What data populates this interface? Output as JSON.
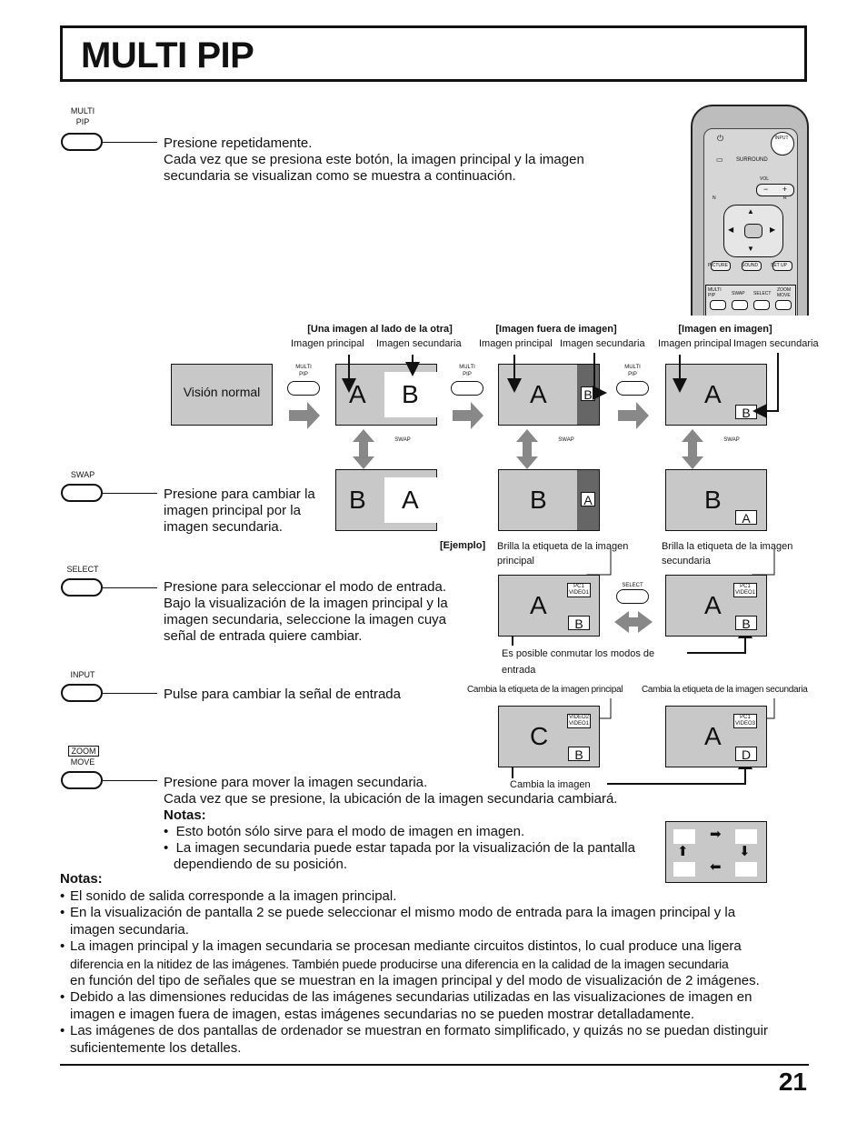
{
  "page": {
    "title": "MULTI PIP",
    "page_number": "21"
  },
  "buttons": {
    "multi_pip": [
      "MULTI",
      "PIP"
    ],
    "swap": "SWAP",
    "select": "SELECT",
    "input": "INPUT",
    "zoom": "ZOOM",
    "move": "MOVE"
  },
  "instructions": {
    "multi_pip": [
      "Presione repetidamente.",
      "Cada vez que se presiona este botón, la imagen principal y la imagen",
      "secundaria se visualizan como se muestra a continuación."
    ],
    "swap": [
      "Presione para cambiar la",
      "imagen principal por la",
      "imagen secundaria."
    ],
    "select": [
      "Presione para seleccionar el modo de entrada.",
      "Bajo la visualización de la imagen principal y la",
      "imagen secundaria, seleccione la imagen cuya",
      "señal de entrada quiere cambiar."
    ],
    "input": "Pulse para cambiar la señal de entrada",
    "zoom": [
      "Presione para mover la imagen secundaria.",
      "Cada vez que se presione, la ubicación de la imagen secundaria cambiará."
    ],
    "zoom_notes_title": "Notas:",
    "zoom_notes": [
      "Esto botón sólo sirve para el modo de imagen en imagen.",
      "La imagen secundaria puede estar tapada por la visualización de la pantalla",
      "dependiendo de su posición."
    ]
  },
  "remote": {
    "input": "INPUT",
    "surround": "SURROUND",
    "vol": "VOL",
    "minus": "−",
    "plus": "+",
    "n": "N",
    "r": "R",
    "picture": "PICTURE",
    "sound": "SOUND",
    "setup": "SET UP",
    "multi_pip": "MULTI PIP",
    "swap": "SWAP",
    "select": "SELECT",
    "zoom_move": "ZOOM MOVE"
  },
  "diagram": {
    "normal_view": "Visión normal",
    "mode1_header": "[Una imagen al lado de la otra]",
    "mode2_header": "[Imagen fuera de imagen]",
    "mode3_header": "[Imagen en imagen]",
    "main_image": "Imagen principal",
    "sub_image": "Imagen secundaria",
    "btn_multi": [
      "MULTI",
      "PIP"
    ],
    "btn_swap": "SWAP",
    "btn_select": "SELECT",
    "letters": {
      "a": "A",
      "b": "B",
      "c": "C",
      "d": "D"
    },
    "example": "[Ejemplo]",
    "label_main_glow": [
      "Brilla la etiqueta de la imagen",
      "principal"
    ],
    "label_sub_glow": [
      "Brilla la etiqueta de la imagen",
      "secundaria"
    ],
    "input_labels_1": [
      "PC1",
      "VIDEO1"
    ],
    "input_labels_2": [
      "VIDEO2",
      "VIDEO1"
    ],
    "input_labels_3": [
      "PC1",
      "VIDEO3"
    ],
    "toggle_note": [
      "Es posible conmutar los modos de",
      "entrada"
    ],
    "change_main": "Cambia la etiqueta de la imagen principal",
    "change_sub": "Cambia la etiqueta de la imagen secundaria",
    "change_image": "Cambia la imagen"
  },
  "notes": {
    "title": "Notas:",
    "items": [
      [
        "El sonido de salida corresponde a la imagen principal."
      ],
      [
        "En la visualización de pantalla 2 se puede seleccionar el mismo modo de entrada para la imagen principal y la",
        "imagen secundaria."
      ],
      [
        "La imagen principal y la imagen secundaria se procesan mediante circuitos distintos, lo cual produce una ligera",
        "diferencia en la nitidez de las imágenes. También puede producirse una diferencia en la calidad de la imagen secundaria",
        "en función del tipo de señales que se muestran en la imagen principal y del modo de visualización de 2 imágenes."
      ],
      [
        "Debido a las dimensiones reducidas de las imágenes secundarias utilizadas en las visualizaciones de imagen en",
        "imagen e imagen fuera de imagen, estas imágenes secundarias no se pueden mostrar detalladamente."
      ],
      [
        "Las imágenes de dos pantallas de ordenador se muestran en formato simplificado, y quizás no se puedan distinguir",
        "suficientemente los detalles."
      ]
    ]
  }
}
